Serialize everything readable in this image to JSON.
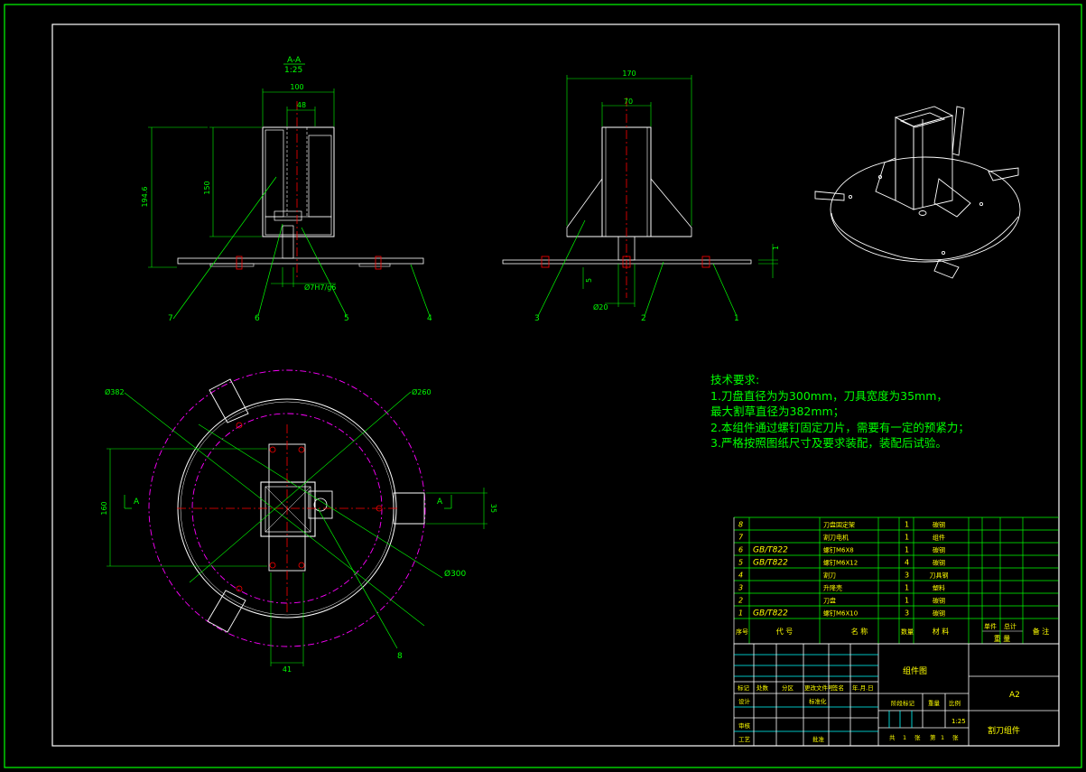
{
  "colors": {
    "background": "#000000",
    "outline": "#ffffff",
    "dimension": "#00ff00",
    "centerline": "#ff0000",
    "hidden": "#ff00ff",
    "title_text": "#ffff00",
    "leader": "#00ff00"
  },
  "section_view": {
    "section_label": "A-A",
    "scale": "1:25",
    "dims": {
      "width_100": "100",
      "width_48": "48",
      "height_150": "150",
      "height_194": "194.6",
      "fit": "Ø7H7/g6"
    },
    "leaders": [
      "7",
      "6",
      "5",
      "4"
    ]
  },
  "front_view": {
    "dims": {
      "width_170": "170",
      "width_70": "70",
      "dia_20": "Ø20",
      "gap_5": "5",
      "thick_1": "1"
    },
    "leaders": [
      "3",
      "2",
      "1"
    ]
  },
  "plan_view": {
    "dims": {
      "dia_382": "Ø382",
      "dia_260": "Ø260",
      "dia_300": "Ø300",
      "h_160": "160",
      "w_41": "41",
      "w_35": "35"
    },
    "section_marks": [
      "A",
      "A"
    ],
    "leader_8": "8"
  },
  "tech_requirements": {
    "title": "技术要求:",
    "lines": [
      "1.刀盘直径为为300mm，刀具宽度为35mm，",
      "最大割草直径为382mm；",
      "2.本组件通过螺钉固定刀片，需要有一定的预紧力；",
      "3.严格按照图纸尺寸及要求装配，装配后试验。"
    ]
  },
  "parts_list": {
    "rows": [
      {
        "no": "8",
        "code": "",
        "name": "刀盘固定架",
        "qty": "1",
        "material": "碳钢"
      },
      {
        "no": "7",
        "code": "",
        "name": "割刀电机",
        "qty": "1",
        "material": "组件"
      },
      {
        "no": "6",
        "code": "GB/T822",
        "name": "螺钉M6X8",
        "qty": "1",
        "material": "碳钢"
      },
      {
        "no": "5",
        "code": "GB/T822",
        "name": "螺钉M6X12",
        "qty": "4",
        "material": "碳钢"
      },
      {
        "no": "4",
        "code": "",
        "name": "割刀",
        "qty": "3",
        "material": "刀具钢"
      },
      {
        "no": "3",
        "code": "",
        "name": "升降壳",
        "qty": "1",
        "material": "塑料"
      },
      {
        "no": "2",
        "code": "",
        "name": "刀盘",
        "qty": "1",
        "material": "碳钢"
      },
      {
        "no": "1",
        "code": "GB/T822",
        "name": "螺钉M6X10",
        "qty": "3",
        "material": "碳钢"
      }
    ],
    "header": {
      "no": "序号",
      "code": "代 号",
      "name": "名 称",
      "qty": "数量",
      "material": "材 料",
      "single": "单件",
      "total": "总计",
      "weight": "重 量",
      "remark": "备 注"
    }
  },
  "title_block": {
    "drawing_name": "组件图",
    "sheet_size": "A2",
    "title": "割刀组件",
    "scale": "1:25",
    "labels": {
      "mark": "标记",
      "count": "处数",
      "zone": "分区",
      "change_doc": "更改文件号",
      "signature": "签名",
      "date": "年.月.日",
      "design": "设计",
      "standardize": "标准化",
      "stage": "阶段标记",
      "weight": "重量",
      "ratio": "比例",
      "review": "审核",
      "process": "工艺",
      "approve": "批准",
      "total_sheets": "共",
      "sheet_word": "张",
      "page": "第",
      "page_word": "张",
      "total_n": "1",
      "page_n": "1"
    }
  }
}
